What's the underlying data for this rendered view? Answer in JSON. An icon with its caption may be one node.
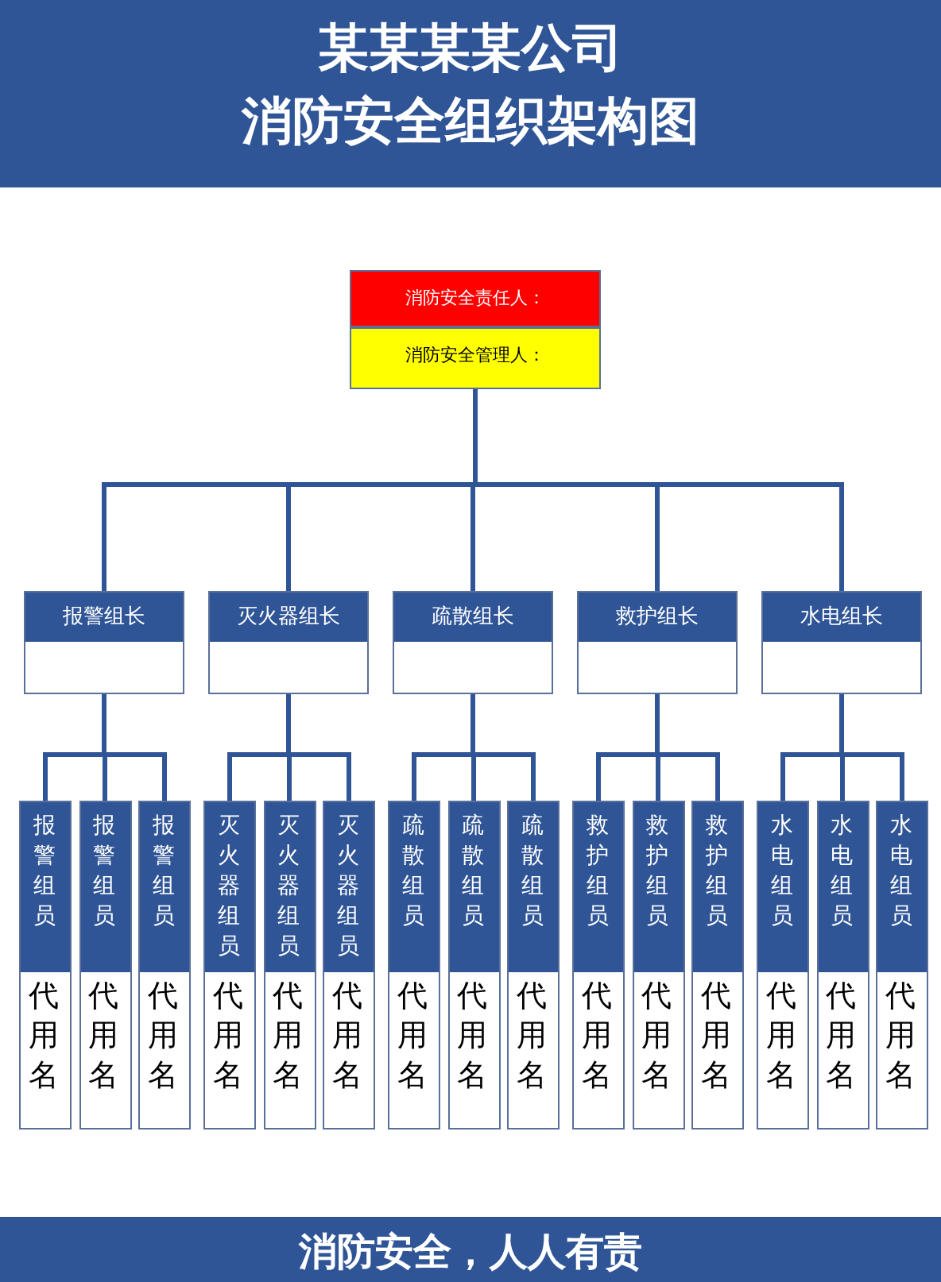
{
  "diagram": {
    "title": "消防安全组织架构图",
    "nodes": [
      {
        "text": [
          "消防安全责任人："
        ]
      },
      {
        "text": [
          "消防安全管理人："
        ]
      },
      {
        "text": [
          "报警组长"
        ]
      },
      {
        "text": [
          "灭火器组长"
        ]
      },
      {
        "text": [
          "疏散组长"
        ]
      },
      {
        "text": [
          "救护组长"
        ]
      },
      {
        "text": [
          "水电组长"
        ]
      },
      {
        "text": [
          "报警组员",
          "代用名"
        ]
      },
      {
        "text": [
          "报警组员",
          "代用名"
        ]
      },
      {
        "text": [
          "报警组员",
          "代用名"
        ]
      },
      {
        "text": [
          "灭火器组员",
          "代用名"
        ]
      },
      {
        "text": [
          "灭火器组员",
          "代用名"
        ]
      },
      {
        "text": [
          "灭火器组员",
          "代用名"
        ]
      },
      {
        "text": [
          "疏散组员",
          "代用名"
        ]
      },
      {
        "text": [
          "疏散组员",
          "代用名"
        ]
      },
      {
        "text": [
          "疏散组员",
          "代用名"
        ]
      },
      {
        "text": [
          "救护组员",
          "代用名"
        ]
      },
      {
        "text": [
          "救护组员",
          "代用名"
        ]
      },
      {
        "text": [
          "救护组员",
          "代用名"
        ]
      },
      {
        "text": [
          "水电组员",
          "代用名"
        ]
      },
      {
        "text": [
          "水电组员",
          "代用名"
        ]
      },
      {
        "text": [
          "水电组员",
          "代用名"
        ]
      }
    ],
    "edges": [
      {
        "from": 1,
        "to": 2,
        "arrow": "none"
      },
      {
        "from": 1,
        "to": 3,
        "arrow": "none"
      },
      {
        "from": 1,
        "to": 4,
        "arrow": "none"
      },
      {
        "from": 1,
        "to": 5,
        "arrow": "none"
      },
      {
        "from": 1,
        "to": 6,
        "arrow": "none"
      },
      {
        "from": 2,
        "to": 7,
        "arrow": "none"
      },
      {
        "from": 2,
        "to": 8,
        "arrow": "none"
      },
      {
        "from": 2,
        "to": 9,
        "arrow": "none"
      },
      {
        "from": 3,
        "to": 10,
        "arrow": "none"
      },
      {
        "from": 3,
        "to": 11,
        "arrow": "none"
      },
      {
        "from": 3,
        "to": 12,
        "arrow": "none"
      },
      {
        "from": 4,
        "to": 13,
        "arrow": "none"
      },
      {
        "from": 4,
        "to": 14,
        "arrow": "none"
      },
      {
        "from": 4,
        "to": 15,
        "arrow": "none"
      },
      {
        "from": 5,
        "to": 16,
        "arrow": "none"
      },
      {
        "from": 5,
        "to": 17,
        "arrow": "none"
      },
      {
        "from": 5,
        "to": 18,
        "arrow": "none"
      },
      {
        "from": 6,
        "to": 19,
        "arrow": "none"
      },
      {
        "from": 6,
        "to": 20,
        "arrow": "none"
      },
      {
        "from": 6,
        "to": 21,
        "arrow": "none"
      }
    ],
    "labels": [
      "某某某某公司",
      "消防安全，人人有责"
    ]
  }
}
